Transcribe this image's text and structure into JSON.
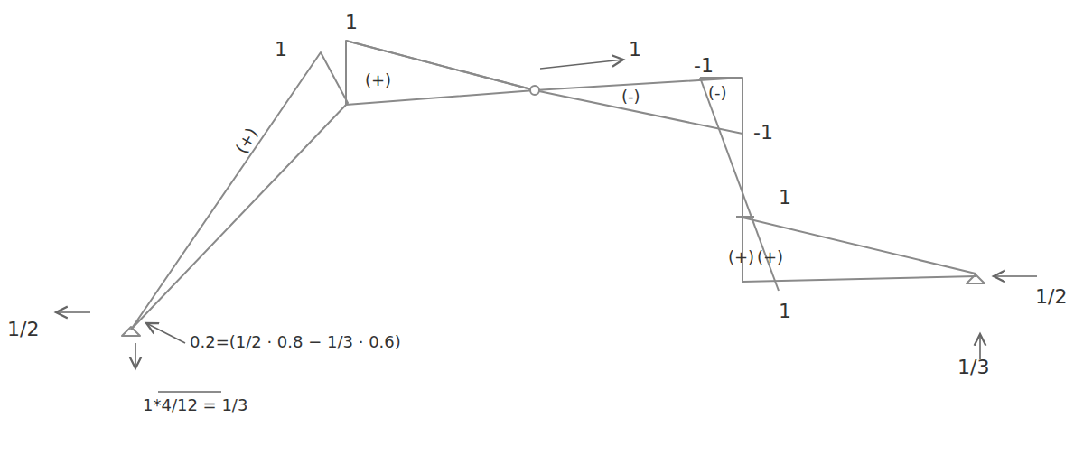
{
  "diagram": {
    "labels": [
      "1",
      "1",
      "(+)",
      "1",
      "(-)",
      "(-)",
      "-1",
      "-1",
      "1",
      "(+)",
      "(+)",
      "1",
      "(+)",
      "1/2",
      "1/2",
      "1/3",
      "0.2=(1/2 · 0.8 − 1/3 · 0.6)",
      "1*4/12 = 1/3"
    ]
  }
}
